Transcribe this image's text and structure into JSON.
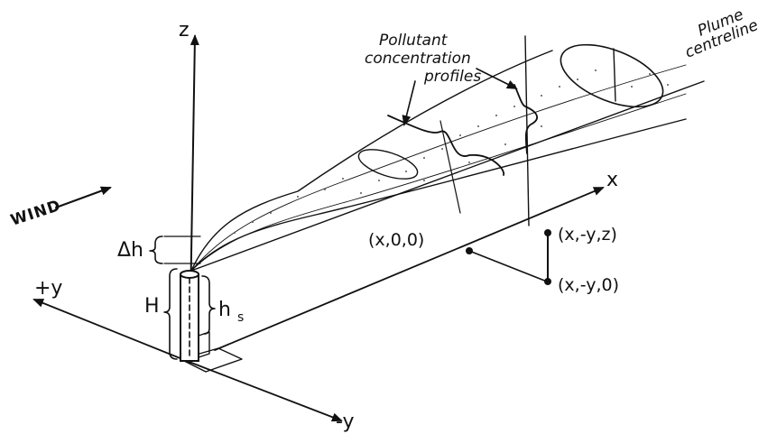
{
  "labels": {
    "z_axis": "z",
    "x_axis": "x",
    "plus_y": "+y",
    "minus_y": "-y",
    "wind": "WIND",
    "delta_h": "Δh",
    "stack_height": "H",
    "h_s_main": "h",
    "h_s_sub": "s",
    "point_origin": "(x,0,0)",
    "point_xyz": "(x,-y,z)",
    "point_xy0": "(x,-y,0)",
    "pollutant_line1": "Pollutant",
    "pollutant_line2": "concentration",
    "pollutant_line3": "profiles",
    "plume_line1": "Plume",
    "plume_line2": "centreline"
  },
  "colors": {
    "ink": "#111111",
    "background": "#ffffff"
  }
}
